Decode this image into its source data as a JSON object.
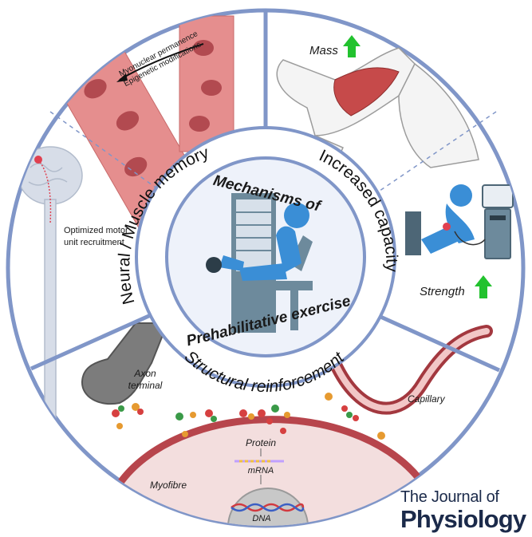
{
  "center": {
    "title_line1": "Mechanisms of",
    "title_line2": "Prehabilitative exercise"
  },
  "ring_labels": {
    "neural": "Neural / Muscle memory",
    "capacity": "Increased capacity",
    "structural": "Structural reinforcement"
  },
  "quadrant_top_left": {
    "arrow_text_1": "Myonuclear permanence",
    "arrow_text_2": "Epigenetic modifications",
    "brain_label_1": "Optimized motor",
    "brain_label_2": "unit recruitment"
  },
  "quadrant_right": {
    "mass_label": "Mass",
    "strength_label": "Strength",
    "arrow_color": "#22c22e"
  },
  "quadrant_bottom": {
    "axon_1": "Axon",
    "axon_2": "terminal",
    "capillary": "Capillary",
    "protein": "Protein",
    "mrna": "mRNA",
    "myofibre": "Myofibre",
    "dna": "DNA"
  },
  "journal": {
    "line1": "The Journal of",
    "line2": "Physiology"
  },
  "colors": {
    "ring_stroke": "#8096c8",
    "center_fill": "#eef2fa",
    "muscle": "#e58e8e",
    "machine_blue": "#3a8ed6",
    "machine_grey": "#6d8a9c"
  }
}
